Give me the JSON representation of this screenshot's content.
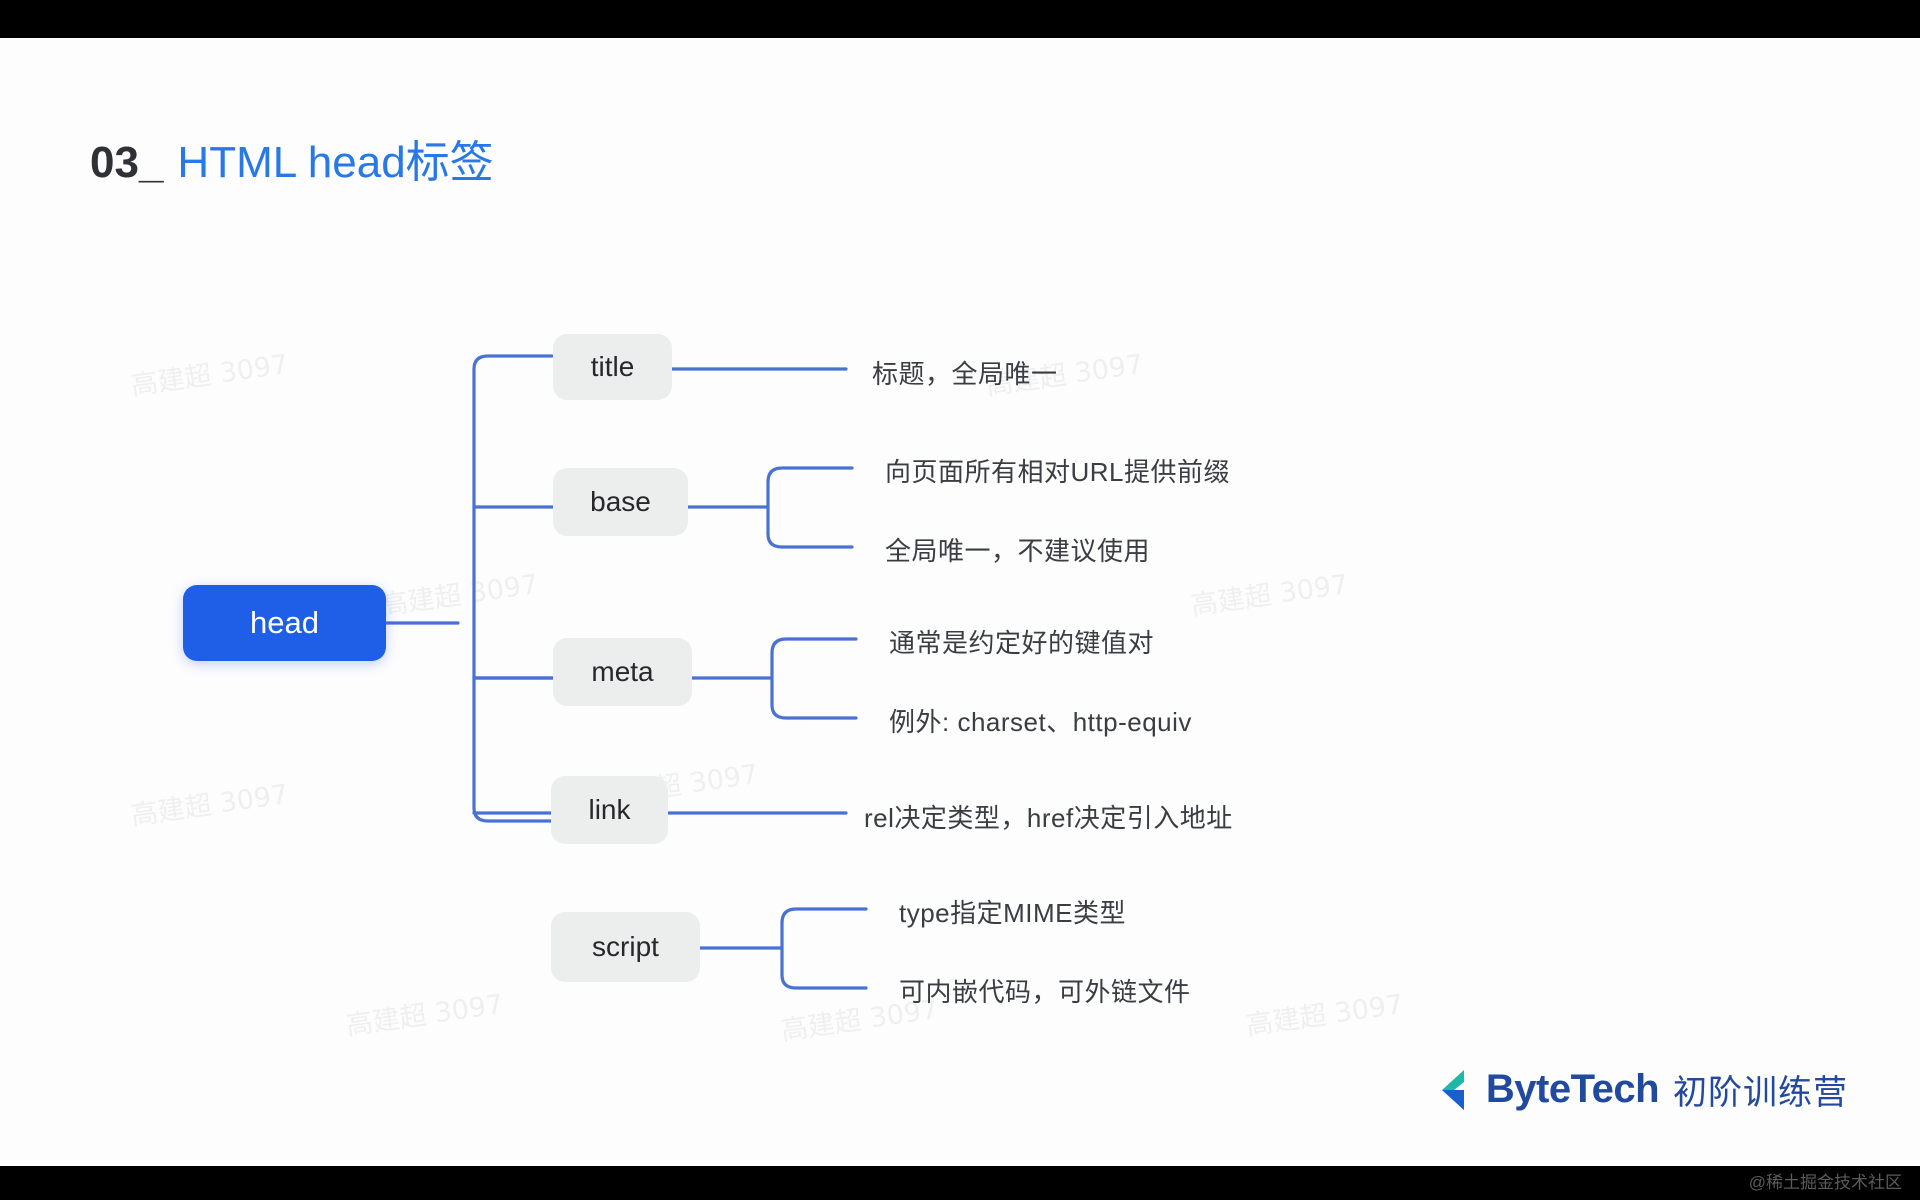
{
  "slide": {
    "title_number": "03_",
    "title_text": "HTML head标签",
    "accent_color": "#2878e8",
    "root_node_color": "#1f5fe8",
    "child_node_color": "#eceded",
    "branch_line_color": "#4a72d4"
  },
  "mindmap": {
    "root": {
      "label": "head"
    },
    "branches": [
      {
        "label": "title",
        "leaves": [
          "标题，全局唯一"
        ]
      },
      {
        "label": "base",
        "leaves": [
          "向页面所有相对URL提供前缀",
          "全局唯一，不建议使用"
        ]
      },
      {
        "label": "meta",
        "leaves": [
          "通常是约定好的键值对",
          "例外: charset、http-equiv"
        ]
      },
      {
        "label": "link",
        "leaves": [
          "rel决定类型，href决定引入地址"
        ]
      },
      {
        "label": "script",
        "leaves": [
          "type指定MIME类型",
          "可内嵌代码，可外链文件"
        ]
      }
    ]
  },
  "watermarks": [
    "高建超 3097",
    "高建超 3097",
    "高建超 3097",
    "高建超 3097",
    "高建超 3097",
    "高建超 3097",
    "高建超 3097",
    "高建超 3097"
  ],
  "footer": {
    "brand": "ByteTech",
    "subtitle": "初阶训练营",
    "brand_color": "#21499e"
  },
  "bottom_credit": "@稀土掘金技术社区"
}
